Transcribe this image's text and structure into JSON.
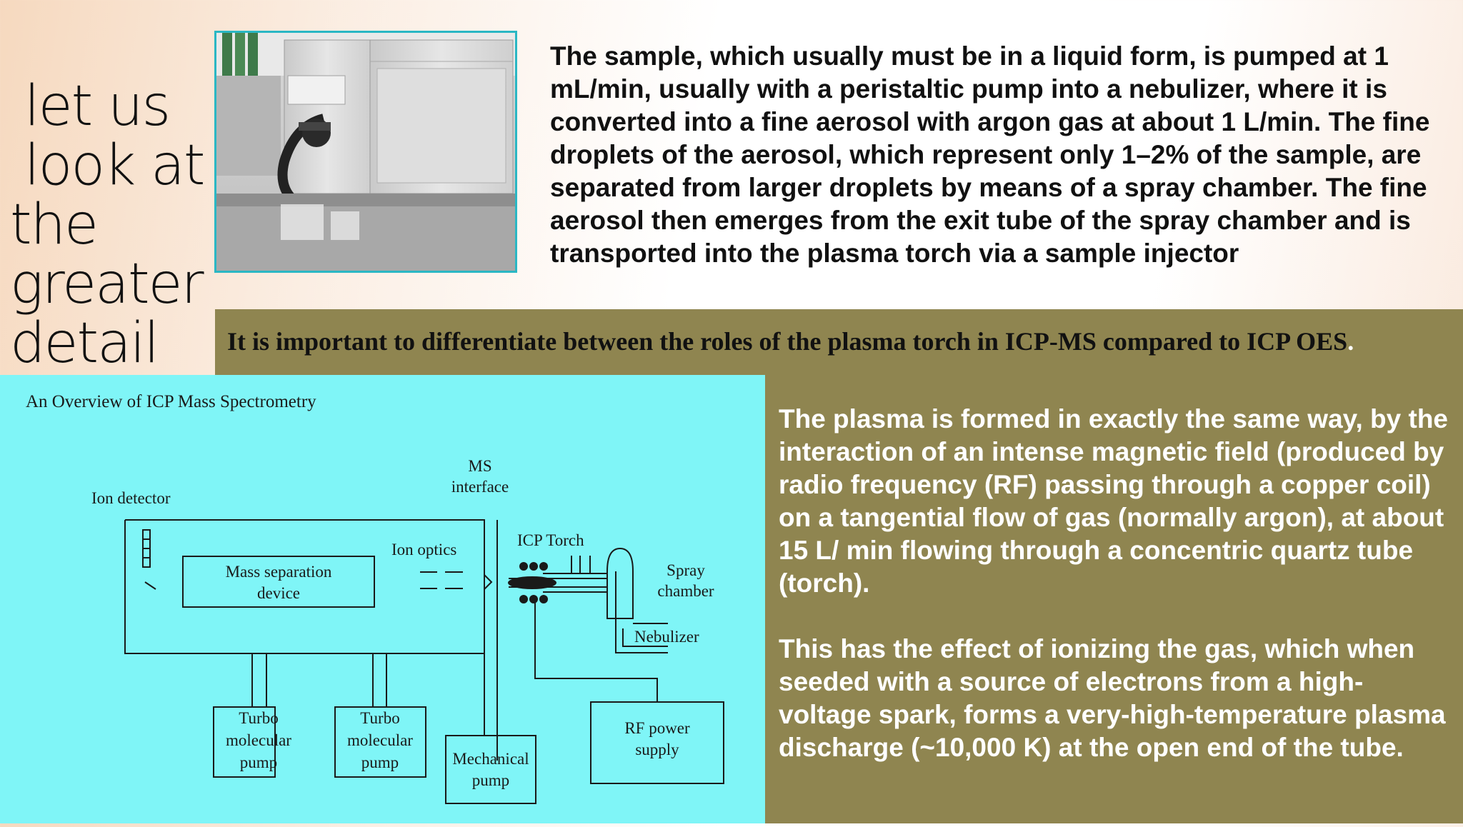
{
  "title": {
    "line1": "let us",
    "line2": "look at",
    "line3": "the",
    "line4": "greater",
    "line5": "detail"
  },
  "top_paragraph": "The sample, which usually must be in a liquid form, is pumped at 1 mL/min, usually with a peristaltic pump into a nebulizer, where it is converted into a fine aerosol with argon gas at about 1 L/min. The fine droplets of the aerosol, which represent only 1–2% of the sample, are separated from larger droplets by means of a spray chamber. The fine aerosol then emerges from the exit tube of the spray chamber and is transported into the plasma torch via a sample injector",
  "band_text": "It is important to differentiate between the roles of the plasma torch in ICP-MS compared to ICP OES",
  "band_period": ".",
  "diagram": {
    "heading": "An Overview of ICP Mass Spectrometry",
    "ion_detector": "Ion detector",
    "ms_interface_1": "MS",
    "ms_interface_2": "interface",
    "ion_optics": "Ion optics",
    "icp_torch": "ICP Torch",
    "spray_chamber_1": "Spray",
    "spray_chamber_2": "chamber",
    "nebulizer": "Nebulizer",
    "mass_sep_1": "Mass separation",
    "mass_sep_2": "device",
    "turbo1_1": "Turbo",
    "turbo1_2": "molecular",
    "turbo1_3": "pump",
    "turbo2_1": "Turbo",
    "turbo2_2": "molecular",
    "turbo2_3": "pump",
    "mech_1": "Mechanical",
    "mech_2": "pump",
    "rf_1": "RF power",
    "rf_2": "supply"
  },
  "right_paragraph_1": "The plasma is formed in exactly the same way, by the interaction of an intense magnetic field (produced by radio frequency (RF) passing through a copper coil) on a tangential flow of gas (normally argon), at about 15 L/ min flowing through a concentric quartz tube (torch).",
  "right_paragraph_2": "This has the effect of ionizing the gas, which when seeded with a source of electrons from a high-voltage spark, forms a very-high-temperature plasma discharge (~10,000 K) at the open end of the tube.",
  "colors": {
    "olive": "#8f8550",
    "cyan": "#7ff5f7",
    "photo_border": "#2ab7c4"
  }
}
